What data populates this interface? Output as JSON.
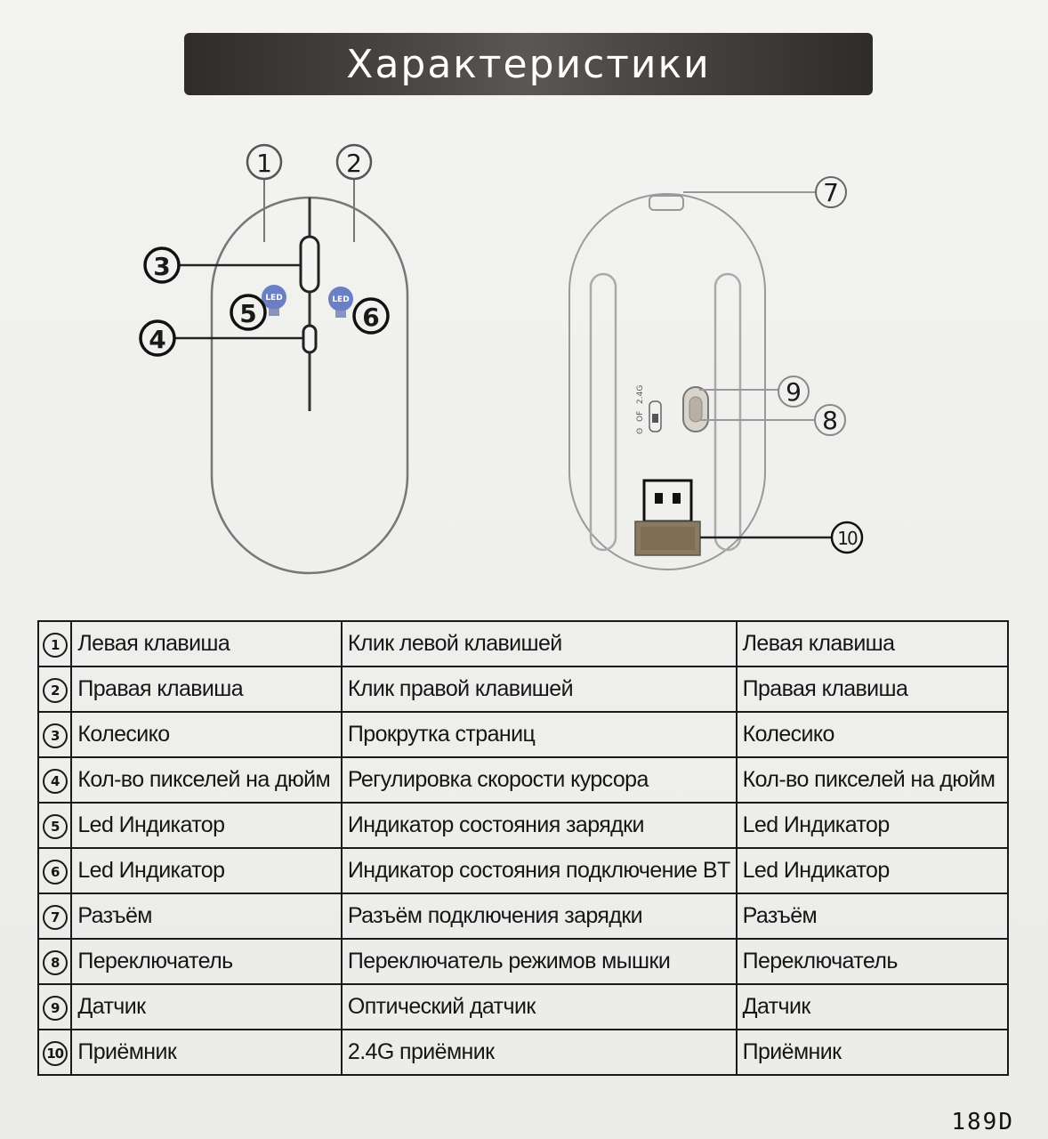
{
  "header": {
    "title": "Характеристики"
  },
  "diagram": {
    "callouts": [
      "1",
      "2",
      "3",
      "4",
      "5",
      "6",
      "7",
      "8",
      "9",
      "10"
    ],
    "led_label": "LED",
    "switch_labels": {
      "bt": "ʘ",
      "off": "OF",
      "g24": "2.4G"
    }
  },
  "table": {
    "rows": [
      {
        "num": "1",
        "name": "Левая клавиша",
        "desc": "Клик левой клавишей",
        "name2": "Левая клавиша"
      },
      {
        "num": "2",
        "name": "Правая клавиша",
        "desc": "Клик правой клавишей",
        "name2": "Правая клавиша"
      },
      {
        "num": "3",
        "name": "Колесико",
        "desc": "Прокрутка страниц",
        "name2": "Колесико"
      },
      {
        "num": "4",
        "name": "Кол-во пикселей на дюйм",
        "desc": "Регулировка скорости курсора",
        "name2": "Кол-во пикселей на дюйм"
      },
      {
        "num": "5",
        "name": "Led Индикатор",
        "desc": "Индикатор состояния зарядки",
        "name2": "Led Индикатор"
      },
      {
        "num": "6",
        "name": "Led Индикатор",
        "desc": "Индикатор состояния подключение BT",
        "name2": "Led Индикатор"
      },
      {
        "num": "7",
        "name": "Разъём",
        "desc": "Разъём подключения зарядки",
        "name2": "Разъём"
      },
      {
        "num": "8",
        "name": "Переключатель",
        "desc": "Переключатель режимов мышки",
        "name2": "Переключатель"
      },
      {
        "num": "9",
        "name": "Датчик",
        "desc": "Оптический датчик",
        "name2": "Датчик"
      },
      {
        "num": "10",
        "name": "Приёмник",
        "desc": "2.4G приёмник",
        "name2": "Приёмник"
      }
    ]
  },
  "footer": {
    "page_number": "189D"
  }
}
